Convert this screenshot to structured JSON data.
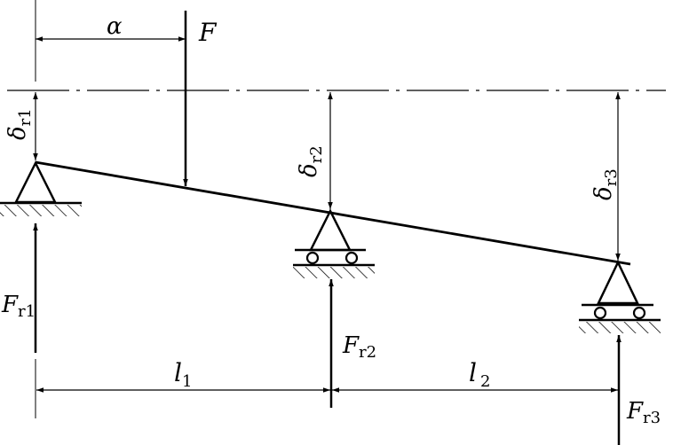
{
  "labels": {
    "a": "α",
    "F": "F",
    "delta_sym": "δ",
    "F_sym": "F",
    "l_sym": "l",
    "sub_r1": "r1",
    "sub_r2": "r2",
    "sub_r3": "r3",
    "sub_1": "1",
    "sub_2": "2"
  }
}
